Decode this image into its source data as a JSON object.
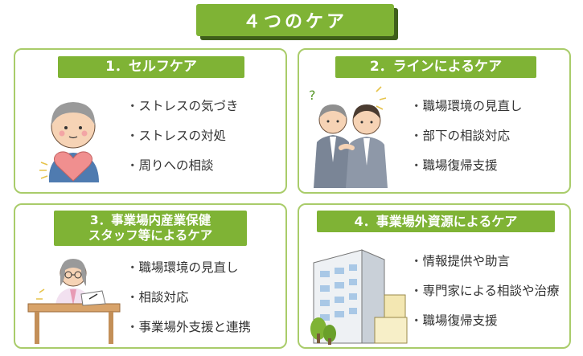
{
  "title": "４つのケア",
  "cards": [
    {
      "heading": "1．セルフケア",
      "items": [
        "ストレスの気づき",
        "ストレスの対処",
        "周りへの相談"
      ]
    },
    {
      "heading": "2．ラインによるケア",
      "items": [
        "職場環境の見直し",
        "部下の相談対応",
        "職場復帰支援"
      ]
    },
    {
      "heading_line1": "3．事業場内産業保健",
      "heading_line2": "スタッフ等によるケア",
      "items": [
        "職場環境の見直し",
        "相談対応",
        "事業場外支援と連携"
      ]
    },
    {
      "heading": "4．事業場外資源によるケア",
      "items": [
        "情報提供や助言",
        "専門家による相談や治療",
        "職場復帰支援"
      ]
    }
  ],
  "colors": {
    "accent_green": "#7fb335",
    "border_green": "#a9cc6a",
    "shadow_green": "#3f5f1b"
  },
  "icons": [
    "self-care-person-heart-icon",
    "supervisor-consulting-icon",
    "health-staff-desk-icon",
    "office-building-icon"
  ]
}
